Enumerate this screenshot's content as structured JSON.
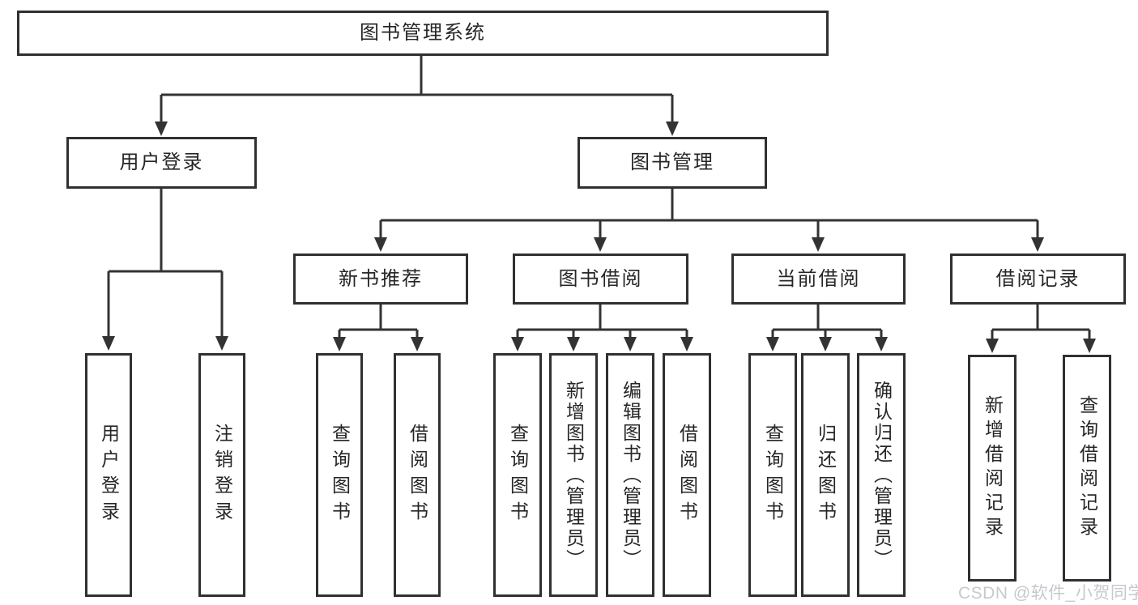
{
  "diagram": {
    "title": "图书管理系统",
    "colors": {
      "background": "#ffffff",
      "line": "#333333",
      "box_border": "#303030",
      "text": "#262626",
      "watermark": "#c6c9ce"
    },
    "tree": {
      "root": {
        "label": "图书管理系统",
        "children": [
          {
            "label": "用户登录",
            "children": [
              {
                "label": "用户登录"
              },
              {
                "label": "注销登录"
              }
            ]
          },
          {
            "label": "图书管理",
            "children": [
              {
                "label": "新书推荐",
                "children": [
                  {
                    "label": "查询图书"
                  },
                  {
                    "label": "借阅图书"
                  }
                ]
              },
              {
                "label": "图书借阅",
                "children": [
                  {
                    "label": "查询图书"
                  },
                  {
                    "label": "新增图书（管理员）"
                  },
                  {
                    "label": "编辑图书（管理员）"
                  },
                  {
                    "label": "借阅图书"
                  }
                ]
              },
              {
                "label": "当前借阅",
                "children": [
                  {
                    "label": "查询图书"
                  },
                  {
                    "label": "归还图书"
                  },
                  {
                    "label": "确认归还（管理员）"
                  }
                ]
              },
              {
                "label": "借阅记录",
                "children": [
                  {
                    "label": "新增借阅记录"
                  },
                  {
                    "label": "查询借阅记录"
                  }
                ]
              }
            ]
          }
        ]
      }
    },
    "watermark": {
      "text": "CSDN @软件_小贺同学"
    }
  }
}
